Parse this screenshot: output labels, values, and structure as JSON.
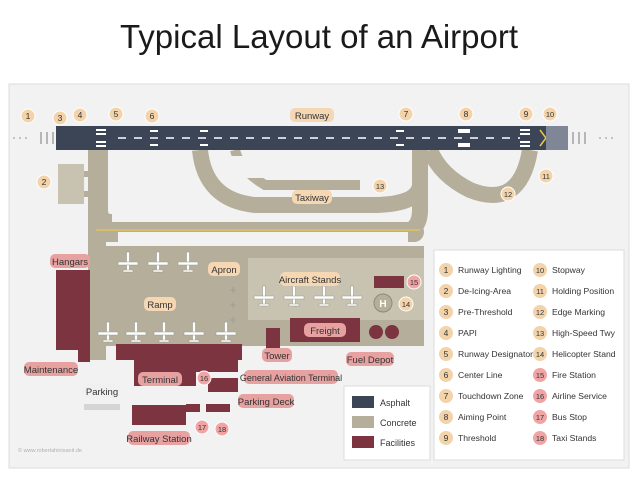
{
  "title": "Typical Layout of an Airport",
  "labels": {
    "runway": "Runway",
    "taxiway": "Taxiway",
    "apron": "Apron",
    "ramp": "Ramp",
    "aircraft_stands": "Aircraft Stands",
    "hangars": "Hangars",
    "maintenance": "Maintenance",
    "terminal": "Terminal",
    "parking": "Parking",
    "railway_station": "Railway Station",
    "tower": "Tower",
    "fuel_depot": "Fuel Depot",
    "freight": "Freight",
    "general_aviation_terminal": "General Aviation Terminal",
    "parking_deck": "Parking Deck",
    "helipad": "H",
    "watermark": "© www.robertahinisanit.de"
  },
  "markers": [
    "1",
    "2",
    "3",
    "4",
    "5",
    "6",
    "7",
    "8",
    "9",
    "10",
    "11",
    "12",
    "13",
    "14",
    "15",
    "16",
    "17",
    "18"
  ],
  "legend_items": [
    {
      "num": "1",
      "text": "Runway Lighting"
    },
    {
      "num": "2",
      "text": "De-Icing-Area"
    },
    {
      "num": "3",
      "text": "Pre-Threshold"
    },
    {
      "num": "4",
      "text": "PAPI"
    },
    {
      "num": "5",
      "text": "Runway Designator"
    },
    {
      "num": "6",
      "text": "Center Line"
    },
    {
      "num": "7",
      "text": "Touchdown Zone"
    },
    {
      "num": "8",
      "text": "Aiming Point"
    },
    {
      "num": "9",
      "text": "Threshold"
    },
    {
      "num": "10",
      "text": "Stopway"
    },
    {
      "num": "11",
      "text": "Holding Position"
    },
    {
      "num": "12",
      "text": "Edge Marking"
    },
    {
      "num": "13",
      "text": "High-Speed Twy"
    },
    {
      "num": "14",
      "text": "Helicopter Stand"
    },
    {
      "num": "15",
      "text": "Fire Station"
    },
    {
      "num": "16",
      "text": "Airline Service"
    },
    {
      "num": "17",
      "text": "Bus Stop"
    },
    {
      "num": "18",
      "text": "Taxi Stands"
    }
  ],
  "surface_legend": [
    {
      "label": "Asphalt",
      "color": "#3b4556"
    },
    {
      "label": "Concrete",
      "color": "#b4ae9a"
    },
    {
      "label": "Facilities",
      "color": "#7b3440"
    }
  ],
  "colors": {
    "asphalt": "#3b4556",
    "concrete": "#b4ae9a",
    "facility": "#7b3440",
    "label_pink": "#e8a1a1",
    "label_tan": "#f5d7b4",
    "marker_fill": "#f3d3a9",
    "ground": "#eeeeee",
    "taxi_line": "#e8c94a",
    "red_marker_fill": "#f1a4a4"
  }
}
